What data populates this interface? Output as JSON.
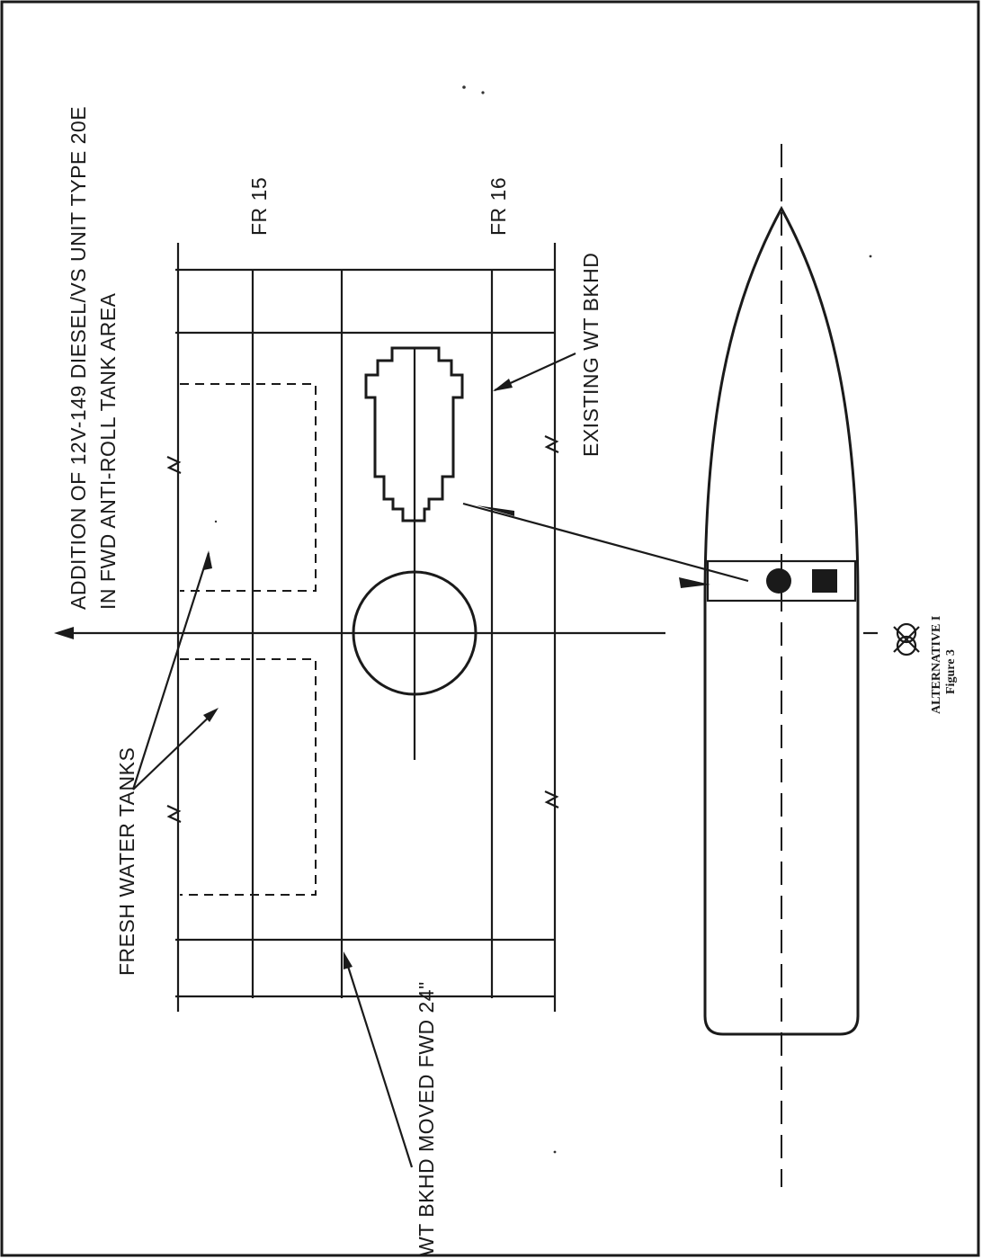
{
  "figure": {
    "title_line1": "ADDITION OF 12V-149 DIESEL/VS UNIT TYPE 20E",
    "title_line2": "IN FWD ANTI-ROLL TANK AREA",
    "frame_15": "FR 15",
    "frame_16": "FR 16",
    "existing_bulkhead": "EXISTING WT BKHD",
    "fresh_water_tanks": "FRESH WATER TANKS",
    "moved_bulkhead": "WT BKHD MOVED FWD 24\"",
    "alternative": "ALTERNATIVE I",
    "figure_number": "Figure 3",
    "centerline_symbol": "centerline-symbol"
  }
}
